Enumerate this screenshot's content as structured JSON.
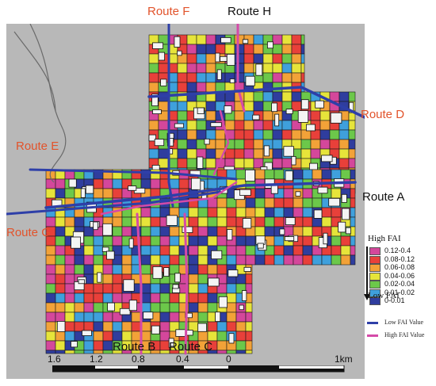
{
  "routes": {
    "f": "Route F",
    "h": "Route H",
    "d": "Route D",
    "e": "Route E",
    "a": "Route A",
    "g": "Route G",
    "b": "Route B",
    "c": "Route C"
  },
  "legend": {
    "high": "High FAI",
    "low": "Low FAI",
    "classes": [
      {
        "label": "0.12-0.4",
        "color": "#d4479b"
      },
      {
        "label": "0.08-0.12",
        "color": "#e8403a"
      },
      {
        "label": "0.06-0.08",
        "color": "#f2a238"
      },
      {
        "label": "0.04-0.06",
        "color": "#e6e43a"
      },
      {
        "label": "0.02-0.04",
        "color": "#6cc84a"
      },
      {
        "label": "0.01-0.02",
        "color": "#3fa0dc"
      },
      {
        "label": "0-0.01",
        "color": "#2f3d9e"
      }
    ],
    "low_line_label": "Low FAI Value",
    "low_line_color": "#2e3fa8",
    "high_line_label": "High FAI Value",
    "high_line_color": "#d44aa8"
  },
  "scale": {
    "ticks": [
      "1.6",
      "1.2",
      "0.8",
      "0.4",
      "0"
    ],
    "unit": "1km"
  }
}
